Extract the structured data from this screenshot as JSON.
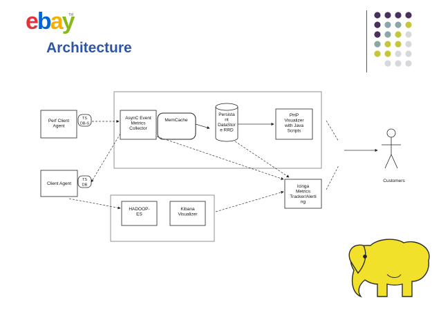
{
  "slide": {
    "title": "Architecture"
  },
  "logo": {
    "letters": [
      {
        "char": "e",
        "color": "#e53238"
      },
      {
        "char": "b",
        "color": "#0064d2"
      },
      {
        "char": "a",
        "color": "#f5af02"
      },
      {
        "char": "y",
        "color": "#86b817"
      }
    ],
    "trademark": "TM"
  },
  "decor_colors": {
    "purple": "#4a2f5a",
    "teal": "#8aa6a8",
    "lime": "#c6c63a",
    "grey": "#d7d8dc"
  },
  "diagram": {
    "nodes": {
      "perf_client_agent": [
        "Perf Client",
        "Agent"
      ],
      "perf_client_badge": [
        "TS",
        "DB-S"
      ],
      "async_collector": [
        "AsynC Event",
        "Metrics",
        "Collector"
      ],
      "memcache": [
        "MemCache"
      ],
      "datastore": [
        "Persista",
        "nt",
        "DataStor",
        "e RRD"
      ],
      "php_visualizer": [
        "PHP",
        "Visualizer",
        "with Java",
        "Scripts"
      ],
      "client_agent": [
        "Client Agent"
      ],
      "client_badge": [
        "TS",
        "DB"
      ],
      "icinga": [
        "Icinga",
        "Metrics",
        "Tracker/Alerti",
        "ng"
      ],
      "hadoop": [
        "HADOOP-",
        "ES"
      ],
      "kibana": [
        "Kibana",
        "Visualizer"
      ],
      "customers": [
        "Customers"
      ]
    }
  }
}
